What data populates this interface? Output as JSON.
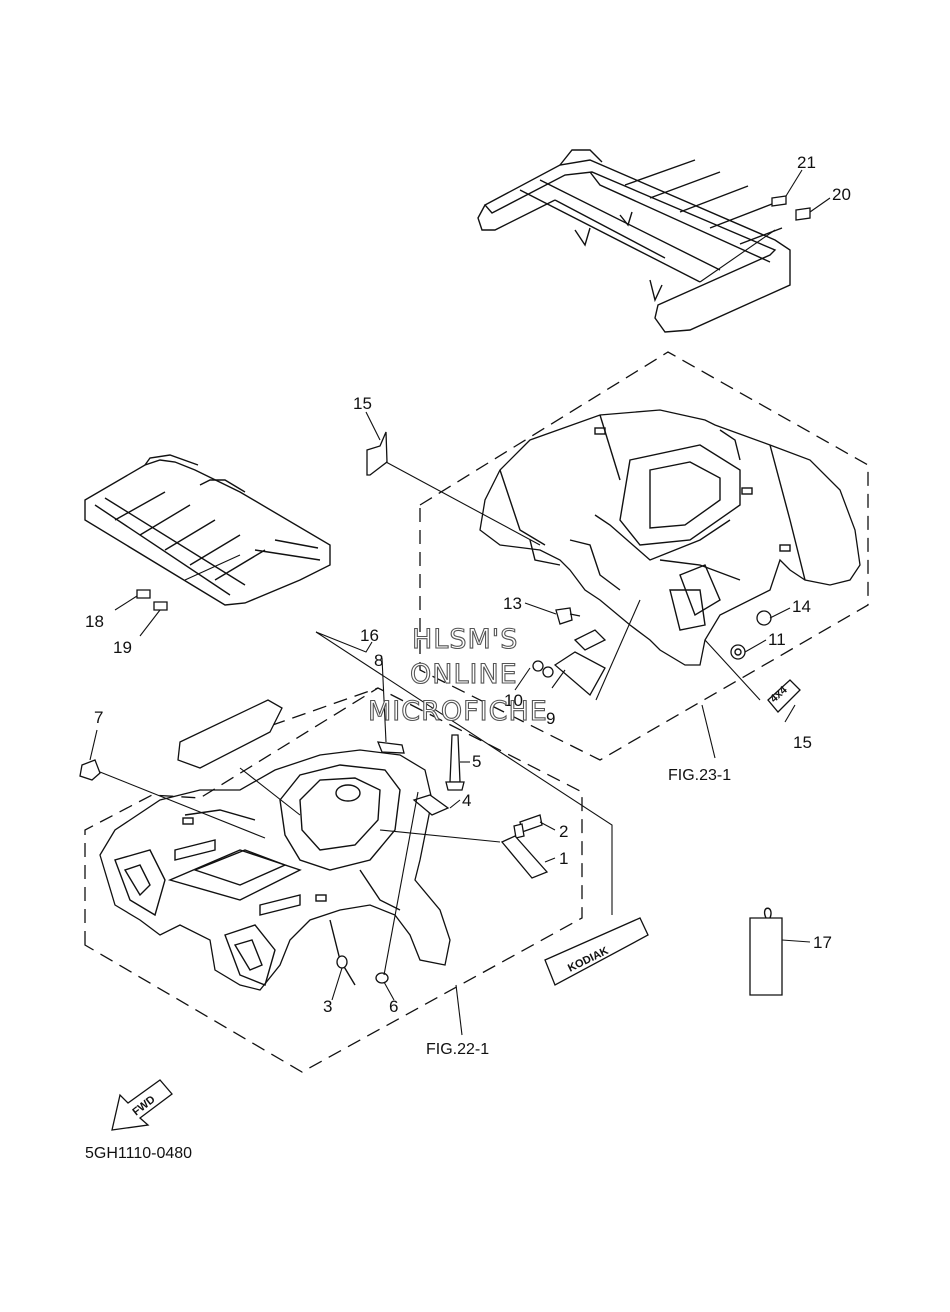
{
  "diagram": {
    "code": "5GH1110-0480",
    "fig_refs": [
      "FIG.23-1",
      "FIG.22-1"
    ],
    "watermark": [
      "HLSM'S",
      "ONLINE",
      "MICROFICHE"
    ],
    "arrow_label": "FWD",
    "decal_texts": {
      "front_fender": "KODIAK",
      "rear_emblem": "4x4"
    },
    "callouts": [
      "21",
      "20",
      "15",
      "18",
      "19",
      "13",
      "14",
      "11",
      "16",
      "8",
      "10",
      "9",
      "15",
      "7",
      "5",
      "4",
      "2",
      "1",
      "17",
      "3",
      "6"
    ]
  }
}
